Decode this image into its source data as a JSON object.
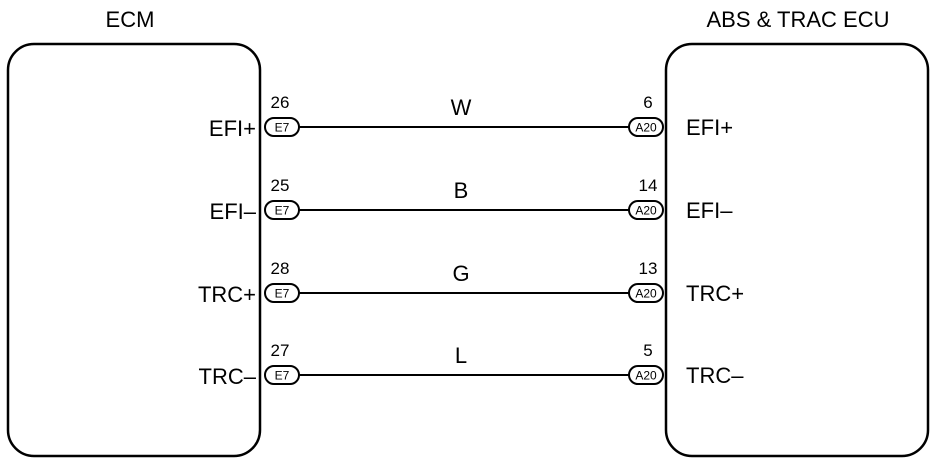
{
  "ecm": {
    "title": "ECM",
    "connector": "E7"
  },
  "abs": {
    "title": "ABS & TRAC ECU",
    "connector": "A20"
  },
  "circuits": [
    {
      "ecm_pin": "26",
      "ecm_label": "EFI+",
      "wire": "W",
      "abs_pin": "6",
      "abs_label": "EFI+"
    },
    {
      "ecm_pin": "25",
      "ecm_label": "EFI–",
      "wire": "B",
      "abs_pin": "14",
      "abs_label": "EFI–"
    },
    {
      "ecm_pin": "28",
      "ecm_label": "TRC+",
      "wire": "G",
      "abs_pin": "13",
      "abs_label": "TRC+"
    },
    {
      "ecm_pin": "27",
      "ecm_label": "TRC–",
      "wire": "L",
      "abs_pin": "5",
      "abs_label": "TRC–"
    }
  ]
}
